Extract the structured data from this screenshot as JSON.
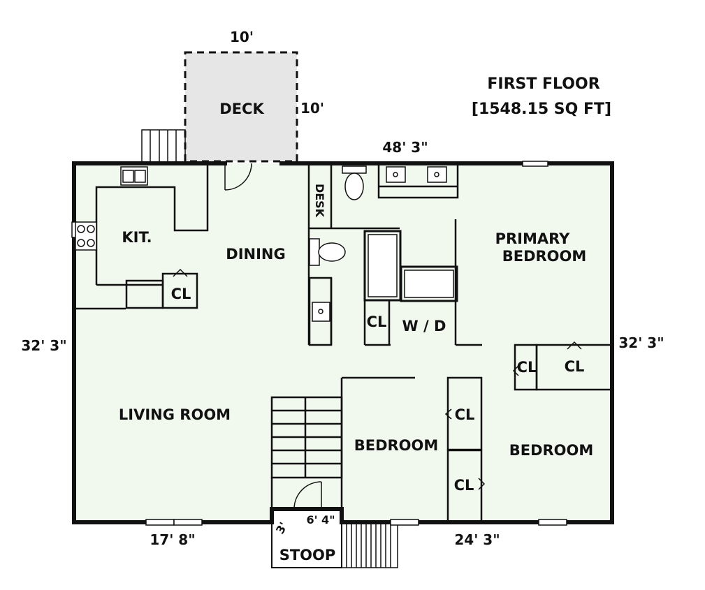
{
  "title": {
    "line1": "FIRST FLOOR",
    "line2": "[1548.15 SQ FT]"
  },
  "rooms": {
    "deck": "DECK",
    "kitchen": "KIT.",
    "dining": "DINING",
    "desk": "DESK",
    "primary_bedroom_line1": "PRIMARY",
    "primary_bedroom_line2": "BEDROOM",
    "living_room": "LIVING ROOM",
    "bedroom_center": "BEDROOM",
    "bedroom_right": "BEDROOM",
    "washer_dryer": "W / D",
    "stoop": "STOOP"
  },
  "closets": {
    "kitchen_cl": "CL",
    "bath_cl": "CL",
    "primary_cl_small": "CL",
    "primary_cl_large": "CL",
    "center_cl_upper": "CL",
    "center_cl_lower": "CL"
  },
  "dimensions": {
    "deck_width": "10'",
    "deck_depth": "10'",
    "top_width": "48' 3\"",
    "left_depth": "32' 3\"",
    "right_depth": "32' 3\"",
    "bottom_left": "17' 8\"",
    "bottom_right": "24' 3\"",
    "stoop_width": "6' 4\"",
    "stoop_depth": "3'"
  },
  "colors": {
    "floor_fill": "#f1f8ee",
    "deck_fill": "#e6e6e6",
    "wall": "#111111"
  }
}
